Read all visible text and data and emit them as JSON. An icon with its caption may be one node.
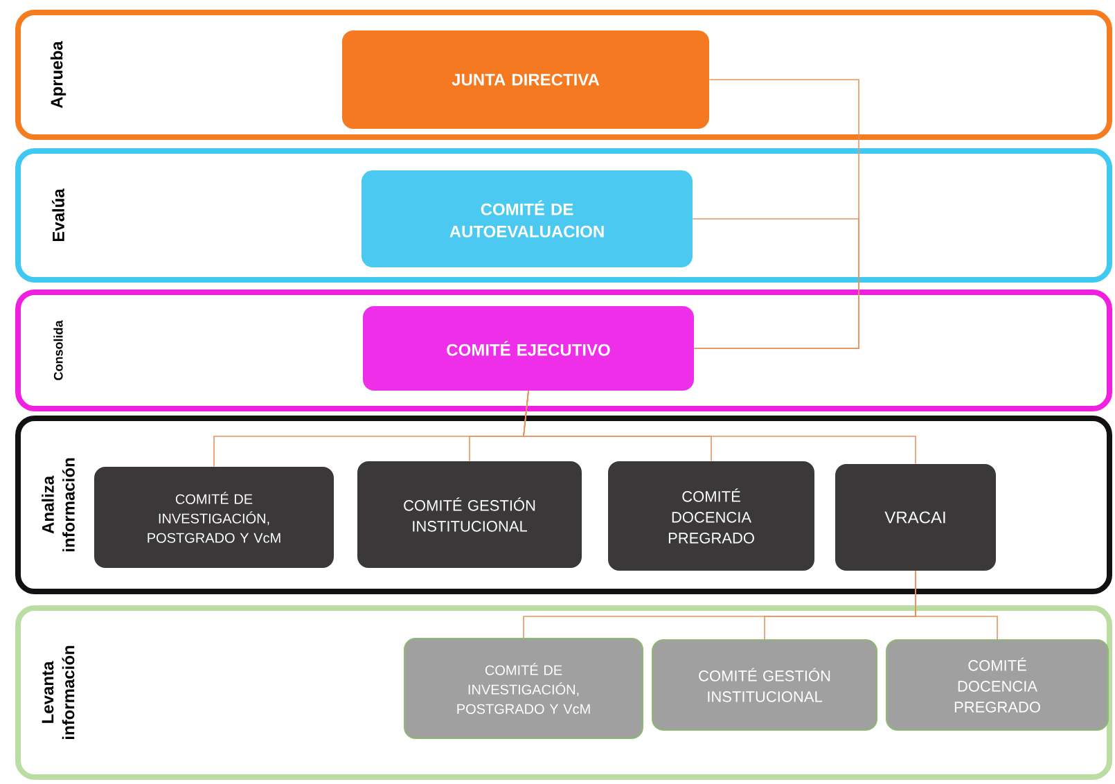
{
  "diagram": {
    "nodes": [
      {
        "text": [
          "Aprueba"
        ]
      },
      {
        "text": [
          "JUNTA DIRECTIVA"
        ],
        "in": 0
      },
      {
        "text": [
          "Evalúa"
        ]
      },
      {
        "text": [
          "COMITÉ DE AUTOEVALUACION"
        ],
        "in": 2
      },
      {
        "text": [
          "Consolida"
        ]
      },
      {
        "text": [
          "COMITÉ EJECUTIVO"
        ],
        "in": 4
      },
      {
        "text": [
          "Analiza información"
        ]
      },
      {
        "text": [
          "COMITÉ DE INVESTIGACIÓN, POSTGRADO Y VcM"
        ],
        "in": 6
      },
      {
        "text": [
          "COMITÉ GESTIÓN INSTITUCIONAL"
        ],
        "in": 6
      },
      {
        "text": [
          "COMITÉ DOCENCIA PREGRADO"
        ],
        "in": 6
      },
      {
        "text": [
          "VRACAI"
        ],
        "in": 6
      },
      {
        "text": [
          "Levanta información"
        ]
      },
      {
        "text": [
          "COMITÉ DE INVESTIGACIÓN, POSTGRADO Y VcM"
        ],
        "in": 11
      },
      {
        "text": [
          "COMITÉ GESTIÓN INSTITUCIONAL"
        ],
        "in": 11
      },
      {
        "text": [
          "COMITÉ DOCENCIA PREGRADO"
        ],
        "in": 11
      }
    ],
    "edges": [
      {
        "from": 1,
        "to": 5,
        "arrow": "none"
      },
      {
        "from": 3,
        "to": 5,
        "arrow": "none"
      },
      {
        "from": 5,
        "to": 7,
        "arrow": "none"
      },
      {
        "from": 5,
        "to": 8,
        "arrow": "none"
      },
      {
        "from": 5,
        "to": 9,
        "arrow": "none"
      },
      {
        "from": 5,
        "to": 10,
        "arrow": "none"
      },
      {
        "from": 10,
        "to": 12,
        "arrow": "none"
      },
      {
        "from": 10,
        "to": 13,
        "arrow": "none"
      },
      {
        "from": 10,
        "to": 14,
        "arrow": "none"
      }
    ]
  }
}
